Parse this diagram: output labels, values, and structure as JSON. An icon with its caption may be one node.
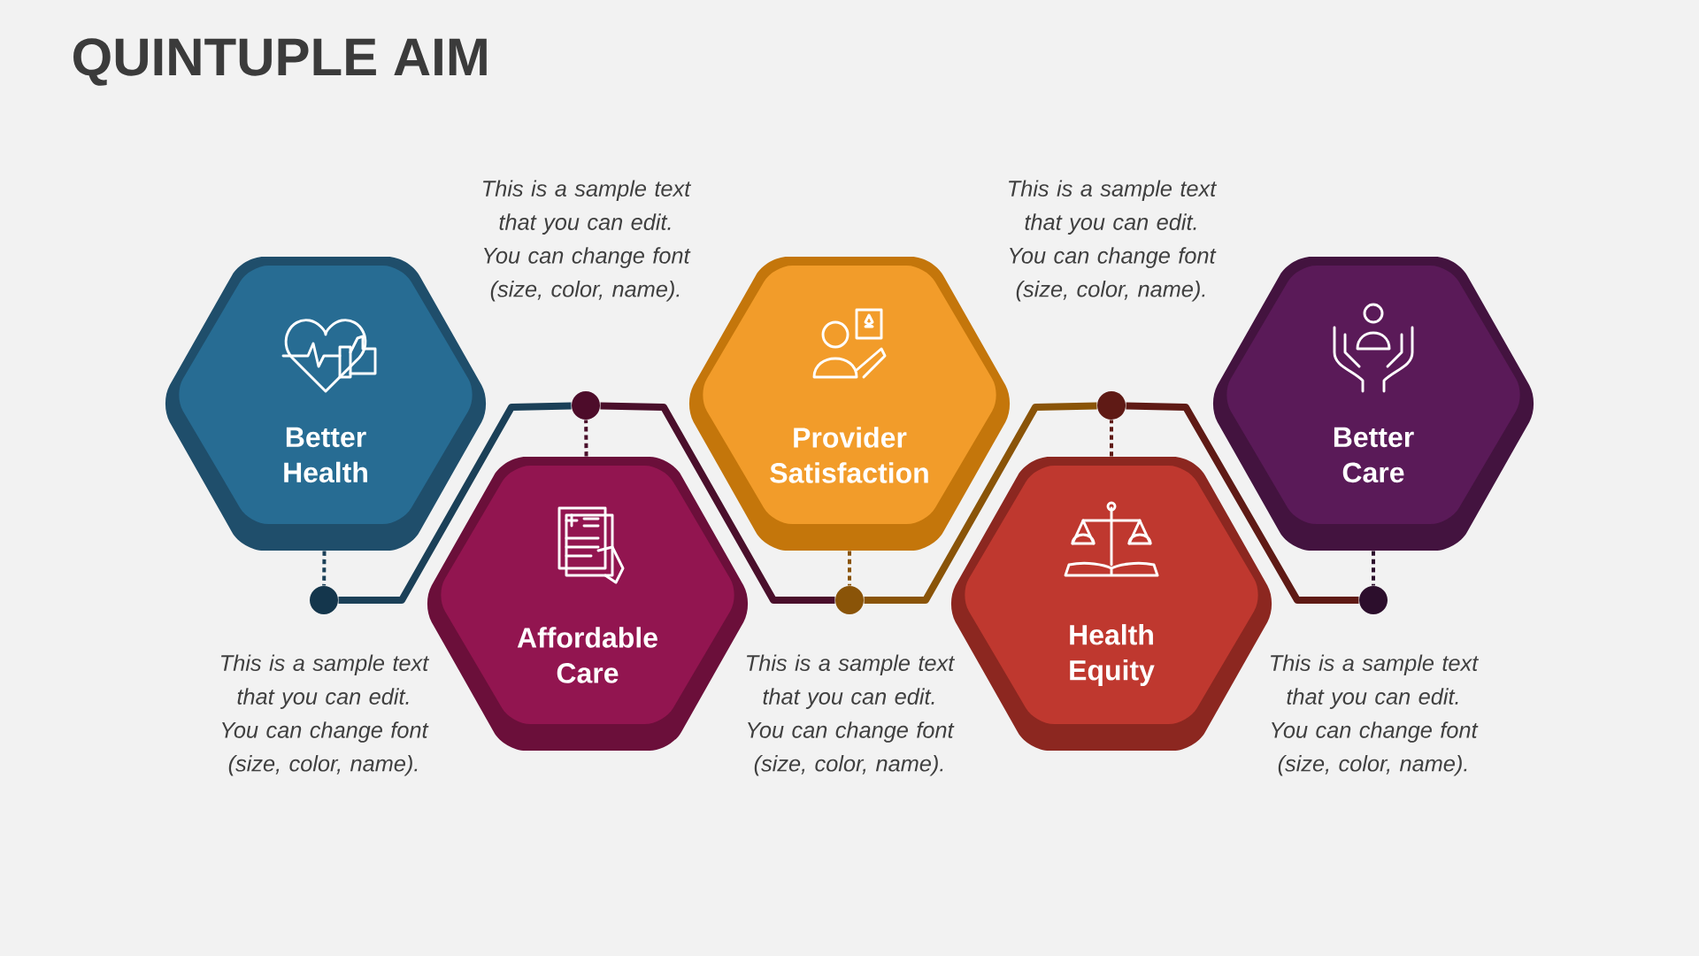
{
  "diagram": {
    "title": "QUINTUPLE AIM",
    "nodes": [
      {
        "text": [
          "Better Health"
        ]
      },
      {
        "text": [
          "Affordable Care"
        ]
      },
      {
        "text": [
          "Provider Satisfaction"
        ]
      },
      {
        "text": [
          "Health Equity"
        ]
      },
      {
        "text": [
          "Better Care"
        ]
      },
      {
        "text": [],
        "shape": "circle"
      },
      {
        "text": [],
        "shape": "circle"
      },
      {
        "text": [],
        "shape": "circle"
      },
      {
        "text": [],
        "shape": "circle"
      },
      {
        "text": [],
        "shape": "circle"
      }
    ],
    "edges": [
      {
        "from": 0,
        "to": 5,
        "arrow": "none",
        "style": "dashed",
        "color": "#1b4058"
      },
      {
        "from": 1,
        "to": 6,
        "arrow": "none",
        "style": "dashed",
        "color": "#4a0f2b"
      },
      {
        "from": 2,
        "to": 7,
        "arrow": "none",
        "style": "dashed",
        "color": "#8a5408"
      },
      {
        "from": 3,
        "to": 8,
        "arrow": "none",
        "style": "dashed",
        "color": "#5f1a15"
      },
      {
        "from": 4,
        "to": 9,
        "arrow": "none",
        "style": "dashed",
        "color": "#2c0e2c"
      },
      {
        "from": 5,
        "to": 6,
        "arrow": "none",
        "style": "thick",
        "color": "#1b4058"
      },
      {
        "from": 6,
        "to": 7,
        "arrow": "none",
        "style": "thick",
        "color": "#4a0f2b"
      },
      {
        "from": 7,
        "to": 8,
        "arrow": "none",
        "style": "thick",
        "color": "#8a5408"
      },
      {
        "from": 8,
        "to": 9,
        "arrow": "none",
        "style": "thick",
        "color": "#5f1a15"
      }
    ],
    "labels": [
      "This is a sample text that you can edit. You can change font (size, color, name).",
      "This is a sample text that you can edit. You can change font (size, color, name).",
      "This is a sample text that you can edit. You can change font (size, color, name).",
      "This is a sample text that you can edit. You can change font (size, color, name).",
      "This is a sample text that you can edit. You can change font (size, color, name)."
    ]
  }
}
